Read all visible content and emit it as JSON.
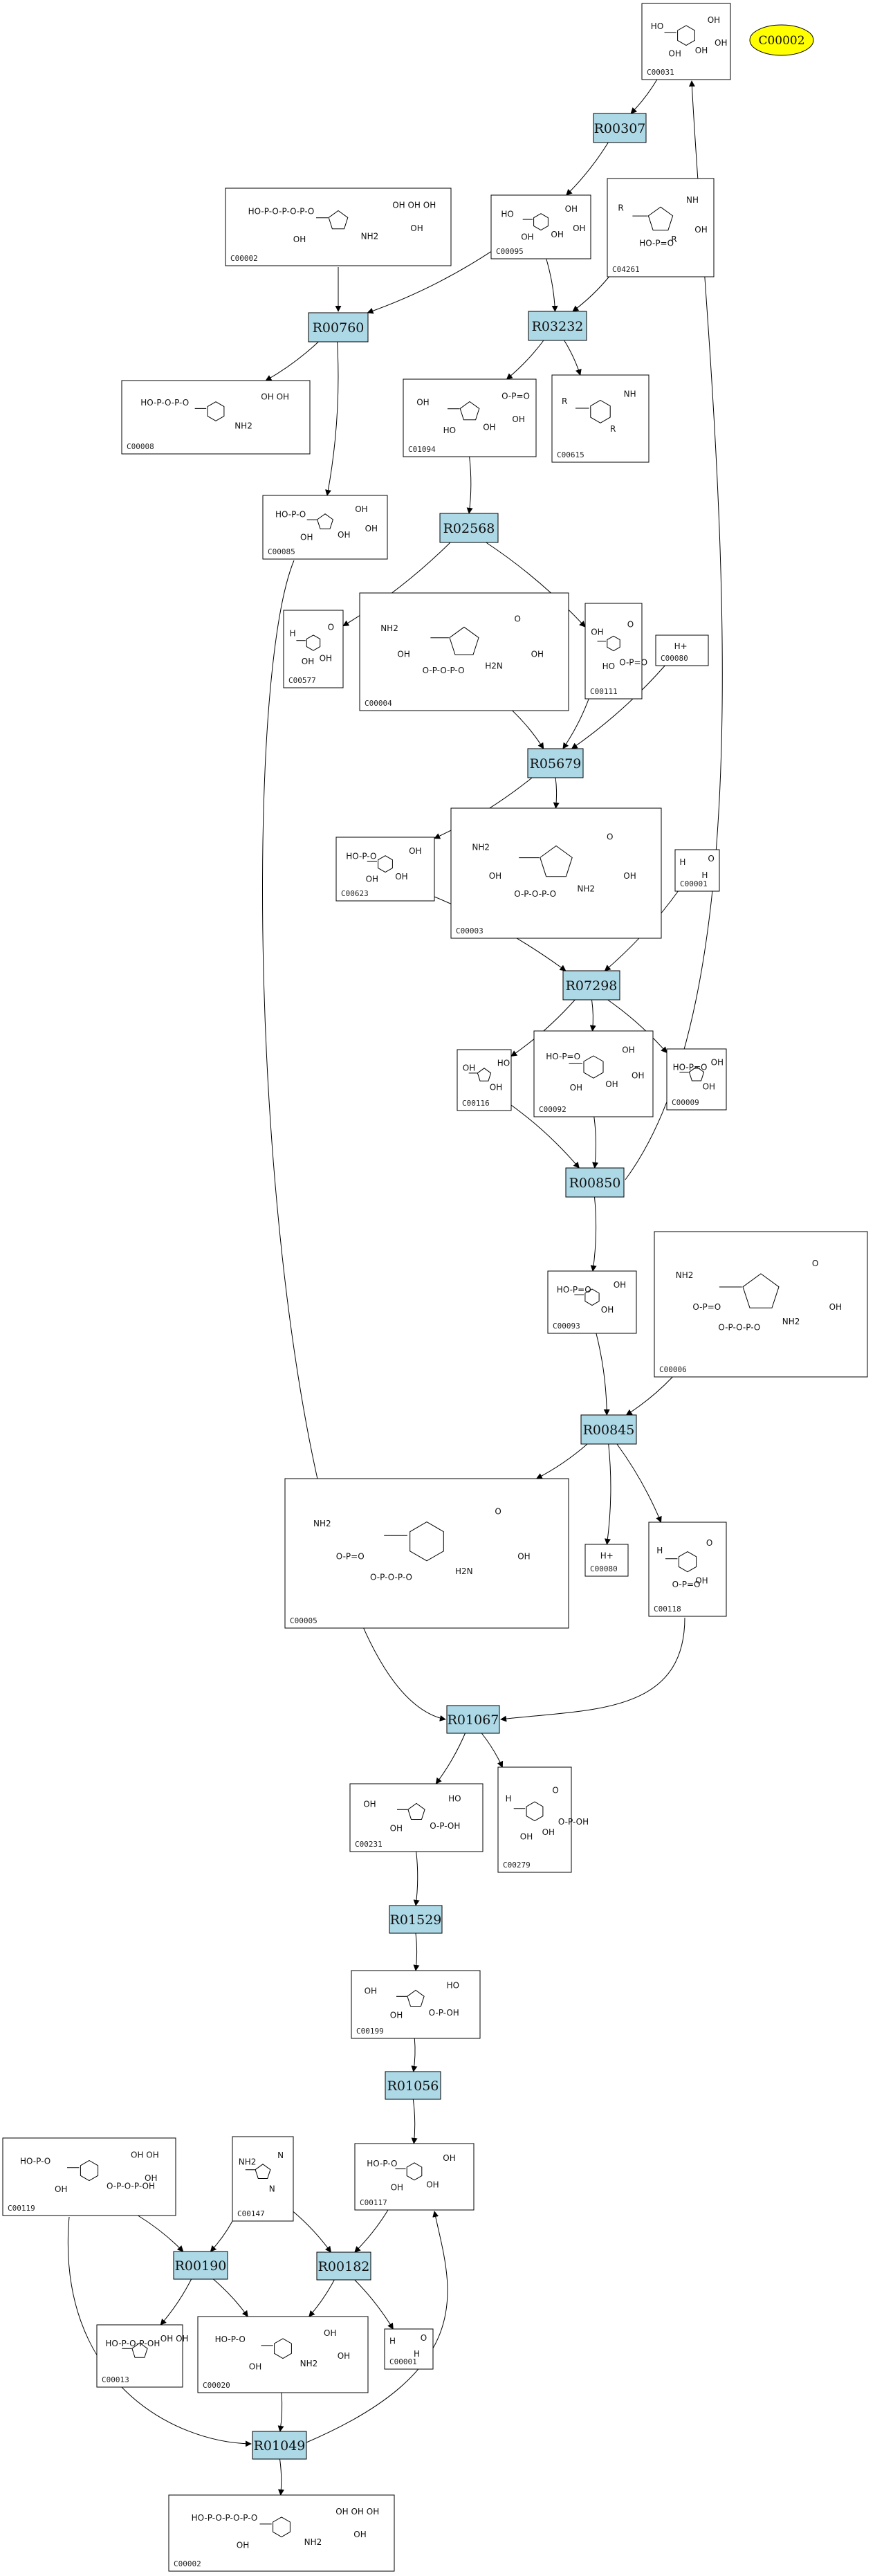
{
  "diagram": {
    "highlight": {
      "id": "C00002",
      "color": "#ffff00"
    },
    "reaction_fill": "#add8e6",
    "compounds": [
      {
        "key": "c00031",
        "id": "C00031",
        "atoms": [
          "HO",
          "OH",
          "OH",
          "OH",
          "OH"
        ]
      },
      {
        "key": "c00002a",
        "id": "C00002",
        "atoms": [
          "HO-P-O-P-O-P-O",
          "OH OH OH",
          "NH2",
          "OH",
          "OH"
        ]
      },
      {
        "key": "c00095",
        "id": "C00095",
        "atoms": [
          "HO",
          "OH",
          "OH",
          "OH",
          "OH"
        ]
      },
      {
        "key": "c04261",
        "id": "C04261",
        "atoms": [
          "R",
          "NH",
          "R",
          "HO-P=O",
          "OH"
        ]
      },
      {
        "key": "c00008",
        "id": "C00008",
        "atoms": [
          "HO-P-O-P-O",
          "OH OH",
          "NH2"
        ]
      },
      {
        "key": "c01094",
        "id": "C01094",
        "atoms": [
          "OH",
          "O-P=O",
          "OH",
          "HO",
          "OH"
        ]
      },
      {
        "key": "c00615",
        "id": "C00615",
        "atoms": [
          "R",
          "NH",
          "R"
        ]
      },
      {
        "key": "c00085",
        "id": "C00085",
        "atoms": [
          "HO-P-O",
          "OH",
          "OH",
          "OH",
          "OH"
        ]
      },
      {
        "key": "c00577",
        "id": "C00577",
        "atoms": [
          "H",
          "O",
          "OH",
          "OH"
        ]
      },
      {
        "key": "c00004",
        "id": "C00004",
        "atoms": [
          "NH2",
          "O",
          "H2N",
          "O-P-O-P-O",
          "OH",
          "OH"
        ]
      },
      {
        "key": "c00111",
        "id": "C00111",
        "atoms": [
          "OH",
          "O",
          "O-P=O",
          "HO"
        ]
      },
      {
        "key": "c00080a",
        "id": "C00080",
        "atoms": [
          "H+"
        ]
      },
      {
        "key": "c00623",
        "id": "C00623",
        "atoms": [
          "HO-P-O",
          "OH",
          "OH",
          "OH"
        ]
      },
      {
        "key": "c00003",
        "id": "C00003",
        "atoms": [
          "NH2",
          "O",
          "NH2",
          "O-P-O-P-O",
          "OH",
          "OH"
        ]
      },
      {
        "key": "c00001a",
        "id": "C00001",
        "atoms": [
          "H",
          "O",
          "H"
        ]
      },
      {
        "key": "c00116",
        "id": "C00116",
        "atoms": [
          "OH",
          "HO",
          "OH"
        ]
      },
      {
        "key": "c00092",
        "id": "C00092",
        "atoms": [
          "HO-P=O",
          "OH",
          "OH",
          "OH",
          "OH"
        ]
      },
      {
        "key": "c00009",
        "id": "C00009",
        "atoms": [
          "HO-P=O",
          "OH",
          "OH"
        ]
      },
      {
        "key": "c00093",
        "id": "C00093",
        "atoms": [
          "HO-P=O",
          "OH",
          "OH"
        ]
      },
      {
        "key": "c00006",
        "id": "C00006",
        "atoms": [
          "NH2",
          "O",
          "NH2",
          "O-P-O-P-O",
          "OH",
          "O-P=O"
        ]
      },
      {
        "key": "c00005",
        "id": "C00005",
        "atoms": [
          "NH2",
          "O",
          "H2N",
          "O-P-O-P-O",
          "OH",
          "O-P=O"
        ]
      },
      {
        "key": "c00080b",
        "id": "C00080",
        "atoms": [
          "H+"
        ]
      },
      {
        "key": "c00118",
        "id": "C00118",
        "atoms": [
          "H",
          "O",
          "OH",
          "O-P=O"
        ]
      },
      {
        "key": "c00231",
        "id": "C00231",
        "atoms": [
          "OH",
          "HO",
          "O-P-OH",
          "OH"
        ]
      },
      {
        "key": "c00279",
        "id": "C00279",
        "atoms": [
          "H",
          "O",
          "OH",
          "OH",
          "O-P-OH"
        ]
      },
      {
        "key": "c00199",
        "id": "C00199",
        "atoms": [
          "OH",
          "HO",
          "O-P-OH",
          "OH"
        ]
      },
      {
        "key": "c00119",
        "id": "C00119",
        "atoms": [
          "HO-P-O",
          "OH OH",
          "O-P-O-P-OH",
          "OH",
          "OH"
        ]
      },
      {
        "key": "c00147",
        "id": "C00147",
        "atoms": [
          "NH2",
          "N",
          "N"
        ]
      },
      {
        "key": "c00117",
        "id": "C00117",
        "atoms": [
          "HO-P-O",
          "OH",
          "OH",
          "OH"
        ]
      },
      {
        "key": "c00013",
        "id": "C00013",
        "atoms": [
          "HO-P-O-P-OH",
          "OH OH"
        ]
      },
      {
        "key": "c00020",
        "id": "C00020",
        "atoms": [
          "HO-P-O",
          "OH",
          "NH2",
          "OH",
          "OH"
        ]
      },
      {
        "key": "c00001b",
        "id": "C00001",
        "atoms": [
          "H",
          "O",
          "H"
        ]
      },
      {
        "key": "c00002b",
        "id": "C00002",
        "atoms": [
          "HO-P-O-P-O-P-O",
          "OH OH OH",
          "NH2",
          "OH",
          "OH"
        ]
      }
    ],
    "reactions": [
      {
        "key": "r00307",
        "label": "R00307"
      },
      {
        "key": "r00760",
        "label": "R00760"
      },
      {
        "key": "r03232",
        "label": "R03232"
      },
      {
        "key": "r02568",
        "label": "R02568"
      },
      {
        "key": "r05679",
        "label": "R05679"
      },
      {
        "key": "r07298",
        "label": "R07298"
      },
      {
        "key": "r00850",
        "label": "R00850"
      },
      {
        "key": "r00845",
        "label": "R00845"
      },
      {
        "key": "r01067",
        "label": "R01067"
      },
      {
        "key": "r01529",
        "label": "R01529"
      },
      {
        "key": "r01056",
        "label": "R01056"
      },
      {
        "key": "r00190",
        "label": "R00190"
      },
      {
        "key": "r00182",
        "label": "R00182"
      },
      {
        "key": "r01049",
        "label": "R01049"
      }
    ],
    "edges": [
      [
        "c00031",
        "r00307"
      ],
      [
        "r00307",
        "c00095"
      ],
      [
        "c00002a",
        "r00760"
      ],
      [
        "c00095",
        "r00760"
      ],
      [
        "r00760",
        "c00008"
      ],
      [
        "r00760",
        "c00085"
      ],
      [
        "c00095",
        "r03232"
      ],
      [
        "c04261",
        "r03232"
      ],
      [
        "r03232",
        "c01094"
      ],
      [
        "r03232",
        "c00615"
      ],
      [
        "c01094",
        "r02568"
      ],
      [
        "r02568",
        "c00577"
      ],
      [
        "r02568",
        "c00111"
      ],
      [
        "c00004",
        "r05679"
      ],
      [
        "c00111",
        "r05679"
      ],
      [
        "c00080a",
        "r05679"
      ],
      [
        "r05679",
        "c00623"
      ],
      [
        "r05679",
        "c00003"
      ],
      [
        "c00623",
        "r07298"
      ],
      [
        "c00001a",
        "r07298"
      ],
      [
        "r07298",
        "c00116"
      ],
      [
        "r07298",
        "c00092"
      ],
      [
        "r07298",
        "c00009"
      ],
      [
        "c00116",
        "r00850"
      ],
      [
        "c00092",
        "r00850"
      ],
      [
        "r00850",
        "c00031"
      ],
      [
        "r00850",
        "c00093"
      ],
      [
        "c00093",
        "r00845"
      ],
      [
        "c00006",
        "r00845"
      ],
      [
        "r00845",
        "c00005"
      ],
      [
        "r00845",
        "c00080b"
      ],
      [
        "r00845",
        "c00118"
      ],
      [
        "c00085",
        "r01067"
      ],
      [
        "c00118",
        "r01067"
      ],
      [
        "r01067",
        "c00231"
      ],
      [
        "r01067",
        "c00279"
      ],
      [
        "c00231",
        "r01529"
      ],
      [
        "r01529",
        "c00199"
      ],
      [
        "c00199",
        "r01056"
      ],
      [
        "r01056",
        "c00117"
      ],
      [
        "c00119",
        "r00190"
      ],
      [
        "c00147",
        "r00190"
      ],
      [
        "r00190",
        "c00013"
      ],
      [
        "r00190",
        "c00020"
      ],
      [
        "c00147",
        "r00182"
      ],
      [
        "c00117",
        "r00182"
      ],
      [
        "r00182",
        "c00020"
      ],
      [
        "r00182",
        "c00001b"
      ],
      [
        "c00119",
        "r01049"
      ],
      [
        "c00020",
        "r01049"
      ],
      [
        "r01049",
        "c00117"
      ],
      [
        "r01049",
        "c00002b"
      ]
    ]
  }
}
